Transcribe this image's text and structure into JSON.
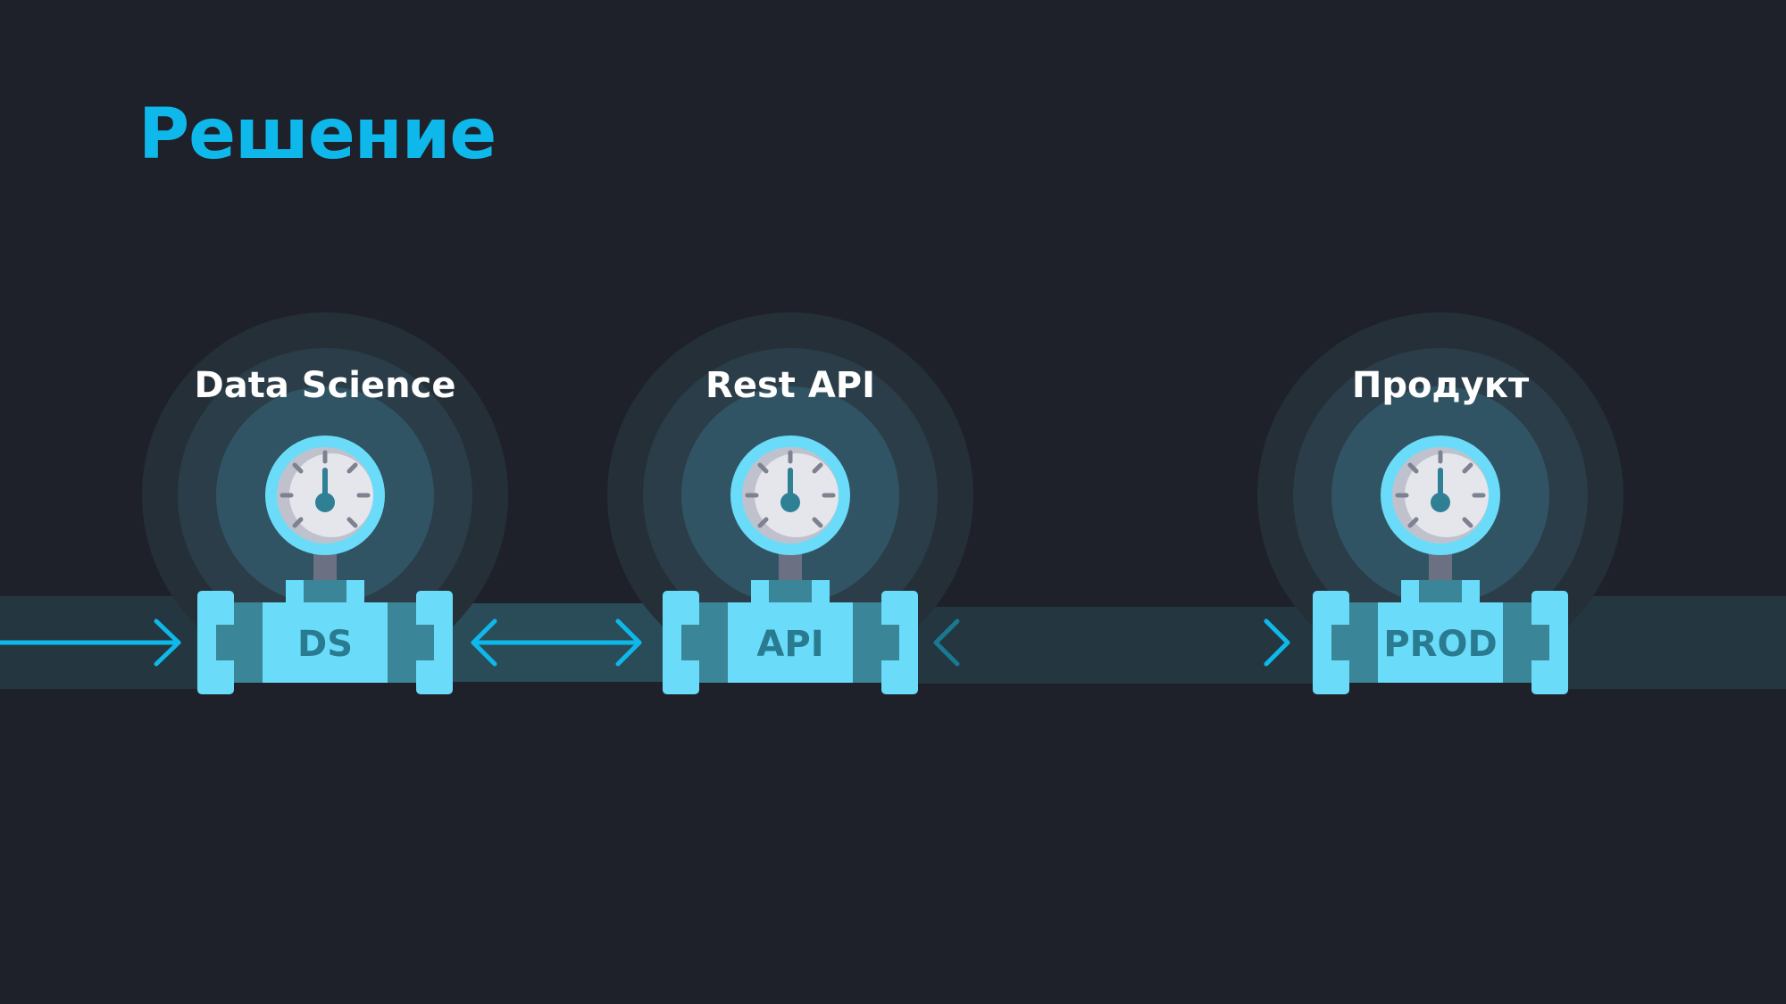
{
  "title": "Решение",
  "colors": {
    "background": "#1e212a",
    "accent": "#0fb8ea",
    "device_light": "#6adcf9",
    "device_dark": "#3b8598",
    "pipe": "#24363f",
    "gauge_face": "#e4e6ec",
    "needle": "#2f7f95"
  },
  "nodes": [
    {
      "id": "ds",
      "title": "Data Science",
      "label": "DS",
      "icon": "pressure-gauge-icon"
    },
    {
      "id": "api",
      "title": "Rest API",
      "label": "API",
      "icon": "pressure-gauge-icon"
    },
    {
      "id": "prod",
      "title": "Продукт",
      "label": "PROD",
      "icon": "pressure-gauge-icon"
    }
  ],
  "connections": [
    {
      "from": "input",
      "to": "ds",
      "direction": "one-way"
    },
    {
      "from": "ds",
      "to": "api",
      "direction": "two-way"
    },
    {
      "from": "api",
      "to": "prod",
      "direction": "two-way"
    },
    {
      "from": "prod",
      "to": "output",
      "direction": "one-way"
    }
  ]
}
